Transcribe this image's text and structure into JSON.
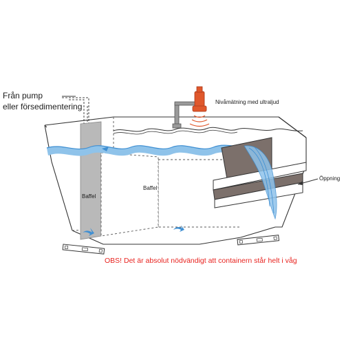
{
  "labels": {
    "inlet": [
      "Från pump",
      "eller försedimentering"
    ],
    "sensor": "Nivåmätning med ultraljud",
    "baffle_left": "Baffel",
    "baffle_right": "Baffel",
    "opening": "Öppning",
    "warning": "OBS! Det är absolut nödvändigt att containern står helt i våg"
  },
  "colors": {
    "water": "#8fc3ea",
    "water_dark": "#3f8fd2",
    "baffle": "#b9b9b9",
    "sensor": "#e0582c",
    "warning": "#e8231f",
    "outline": "#333333"
  },
  "icons": [
    "ultrasonic-sensor-icon",
    "flow-arrow-icon",
    "spirit-level-icon"
  ]
}
